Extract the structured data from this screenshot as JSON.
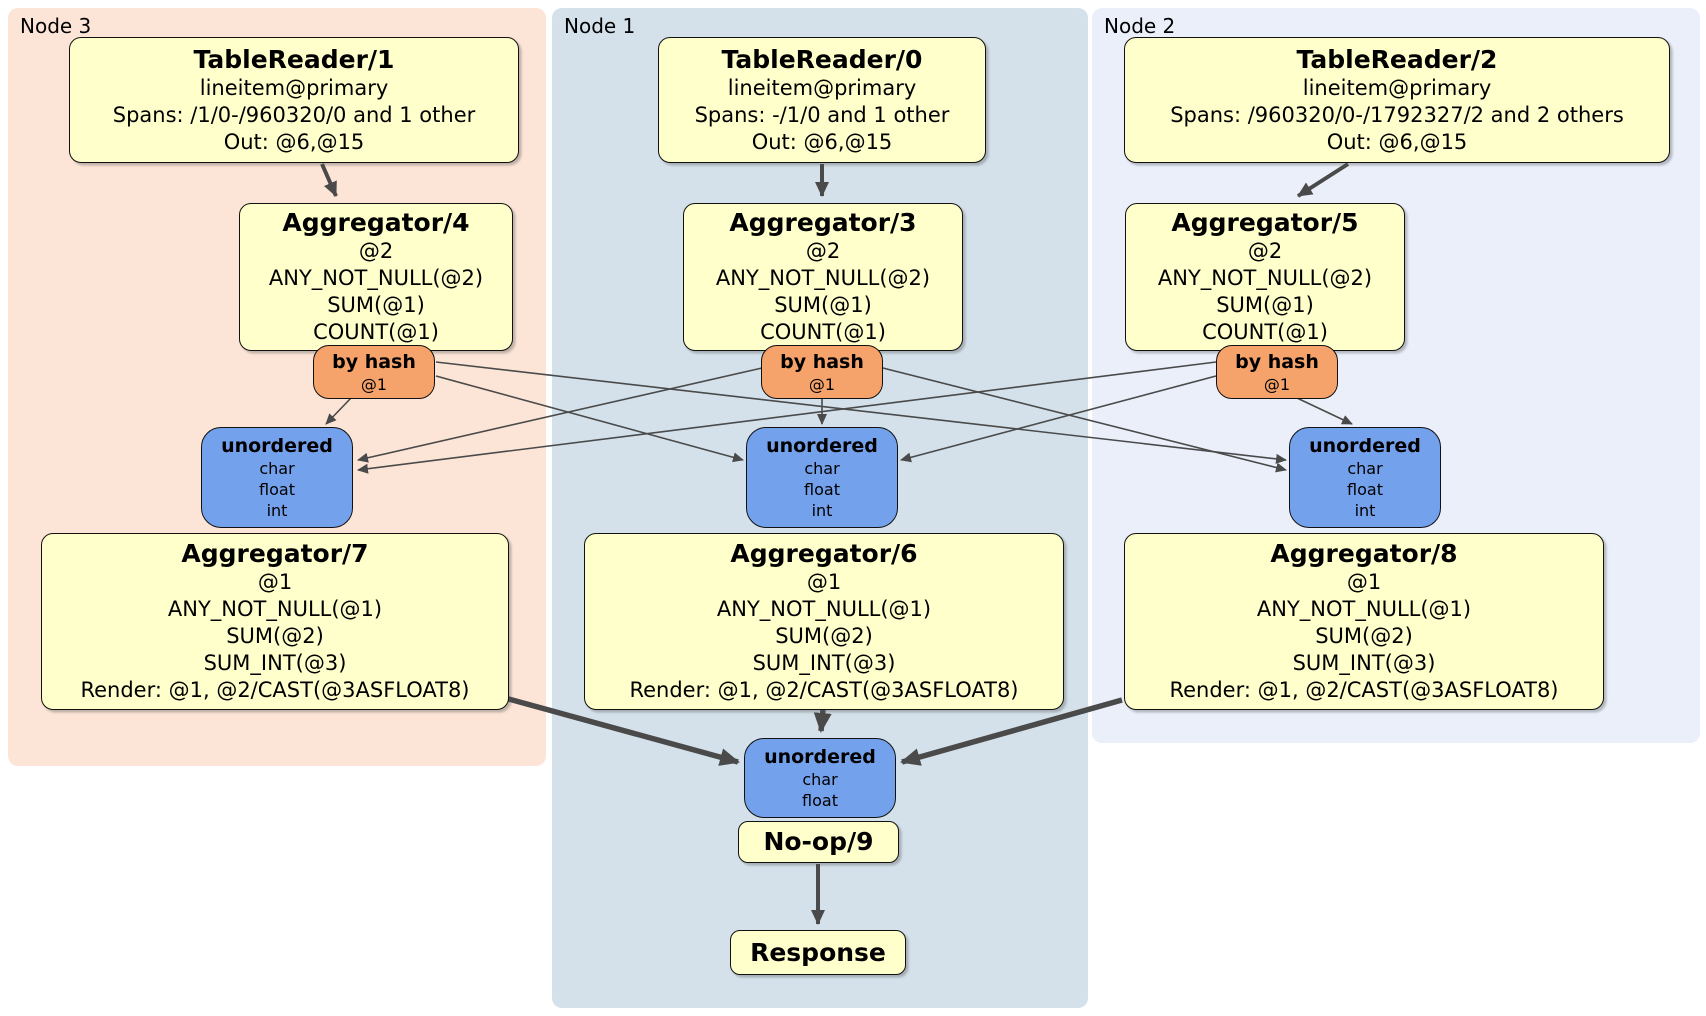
{
  "colors": {
    "node3_bg": "#fce5d7",
    "node1_bg": "#d4e1ea",
    "node2_bg": "#eaeffa",
    "box_yellow": "#ffffcc",
    "router_orange": "#f5a26b",
    "sync_blue": "#74a1ec",
    "edge": "#4a4a4a"
  },
  "regions": {
    "node3": {
      "label": "Node 3"
    },
    "node1": {
      "label": "Node 1"
    },
    "node2": {
      "label": "Node 2"
    }
  },
  "processors": {
    "tr1": {
      "title": "TableReader/1",
      "lines": [
        "lineitem@primary",
        "Spans: /1/0-/960320/0 and 1 other",
        "Out: @6,@15"
      ]
    },
    "tr0": {
      "title": "TableReader/0",
      "lines": [
        "lineitem@primary",
        "Spans: -/1/0 and 1 other",
        "Out: @6,@15"
      ]
    },
    "tr2": {
      "title": "TableReader/2",
      "lines": [
        "lineitem@primary",
        "Spans: /960320/0-/1792327/2 and 2 others",
        "Out: @6,@15"
      ]
    },
    "agg4": {
      "title": "Aggregator/4",
      "lines": [
        "@2",
        "ANY_NOT_NULL(@2)",
        "SUM(@1)",
        "COUNT(@1)"
      ]
    },
    "agg3": {
      "title": "Aggregator/3",
      "lines": [
        "@2",
        "ANY_NOT_NULL(@2)",
        "SUM(@1)",
        "COUNT(@1)"
      ]
    },
    "agg5": {
      "title": "Aggregator/5",
      "lines": [
        "@2",
        "ANY_NOT_NULL(@2)",
        "SUM(@1)",
        "COUNT(@1)"
      ]
    },
    "agg7": {
      "title": "Aggregator/7",
      "lines": [
        "@1",
        "ANY_NOT_NULL(@1)",
        "SUM(@2)",
        "SUM_INT(@3)",
        "Render: @1, @2/CAST(@3ASFLOAT8)"
      ]
    },
    "agg6": {
      "title": "Aggregator/6",
      "lines": [
        "@1",
        "ANY_NOT_NULL(@1)",
        "SUM(@2)",
        "SUM_INT(@3)",
        "Render: @1, @2/CAST(@3ASFLOAT8)"
      ]
    },
    "agg8": {
      "title": "Aggregator/8",
      "lines": [
        "@1",
        "ANY_NOT_NULL(@1)",
        "SUM(@2)",
        "SUM_INT(@3)",
        "Render: @1, @2/CAST(@3ASFLOAT8)"
      ]
    },
    "noop": {
      "title": "No-op/9"
    },
    "response": {
      "title": "Response"
    }
  },
  "routers": {
    "hash4": {
      "title": "by hash",
      "detail": "@1"
    },
    "hash3": {
      "title": "by hash",
      "detail": "@1"
    },
    "hash5": {
      "title": "by hash",
      "detail": "@1"
    }
  },
  "syncs": {
    "sync7": {
      "title": "unordered",
      "types": [
        "char",
        "float",
        "int"
      ]
    },
    "sync6": {
      "title": "unordered",
      "types": [
        "char",
        "float",
        "int"
      ]
    },
    "sync8": {
      "title": "unordered",
      "types": [
        "char",
        "float",
        "int"
      ]
    },
    "syncFinal": {
      "title": "unordered",
      "types": [
        "char",
        "float"
      ]
    }
  }
}
